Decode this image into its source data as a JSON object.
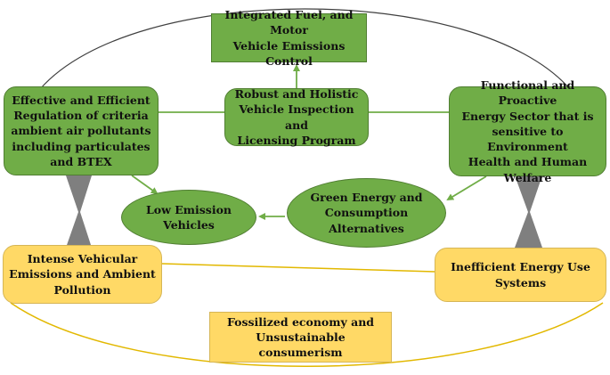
{
  "nodes": {
    "fuel_control": "Integrated Fuel, and Motor\nVehicle Emissions Control",
    "inspection": "Robust and Holistic\nVehicle Inspection and\nLicensing Program",
    "regulation": "Effective and Efficient\nRegulation of criteria\nambient air pollutants\nincluding particulates\nand BTEX",
    "energy_sector": "Functional and Proactive\nEnergy Sector that is\nsensitive to Environment\nHealth and Human\nWelfare",
    "low_emission": "Low Emission\nVehicles",
    "green_energy": "Green Energy and\nConsumption\nAlternatives",
    "vehicular_emissions": "Intense Vehicular\nEmissions and Ambient\nPollution",
    "inefficient_energy": "Inefficient Energy Use\nSystems",
    "fossilized": "Fossilized economy and\nUnsustainable consumerism"
  },
  "colors": {
    "green_fill": "#70ad47",
    "yellow_fill": "#ffd966",
    "green_line": "#70ad47",
    "yellow_line": "#e2b800",
    "dark_curve": "#404040",
    "hourglass": "#7f7f7f"
  }
}
